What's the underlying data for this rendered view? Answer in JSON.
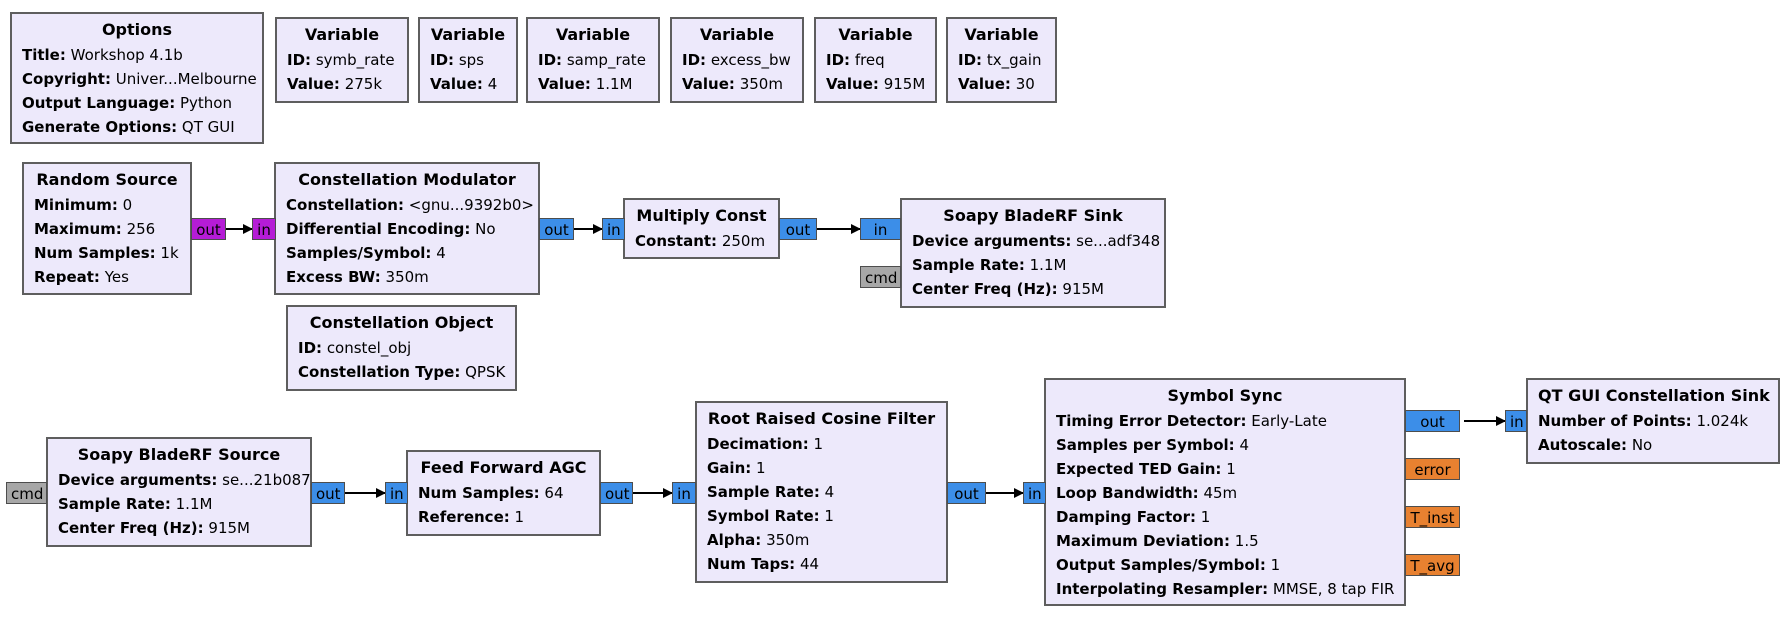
{
  "options": {
    "title": "Options",
    "rows": [
      {
        "k": "Title:",
        "v": "Workshop 4.1b"
      },
      {
        "k": "Copyright:",
        "v": "Univer...Melbourne"
      },
      {
        "k": "Output Language:",
        "v": "Python"
      },
      {
        "k": "Generate Options:",
        "v": "QT GUI"
      }
    ]
  },
  "variables": [
    {
      "title": "Variable",
      "id": "symb_rate",
      "value": "275k"
    },
    {
      "title": "Variable",
      "id": "sps",
      "value": "4"
    },
    {
      "title": "Variable",
      "id": "samp_rate",
      "value": "1.1M"
    },
    {
      "title": "Variable",
      "id": "excess_bw",
      "value": "350m"
    },
    {
      "title": "Variable",
      "id": "freq",
      "value": "915M"
    },
    {
      "title": "Variable",
      "id": "tx_gain",
      "value": "30"
    }
  ],
  "labels": {
    "id": "ID:",
    "value": "Value:"
  },
  "random_source": {
    "title": "Random Source",
    "rows": [
      {
        "k": "Minimum:",
        "v": "0"
      },
      {
        "k": "Maximum:",
        "v": "256"
      },
      {
        "k": "Num Samples:",
        "v": "1k"
      },
      {
        "k": "Repeat:",
        "v": "Yes"
      }
    ]
  },
  "constellation_modulator": {
    "title": "Constellation Modulator",
    "rows": [
      {
        "k": "Constellation:",
        "v": "<gnu...9392b0>"
      },
      {
        "k": "Differential Encoding:",
        "v": "No"
      },
      {
        "k": "Samples/Symbol:",
        "v": "4"
      },
      {
        "k": "Excess BW:",
        "v": "350m"
      }
    ]
  },
  "multiply_const": {
    "title": "Multiply Const",
    "rows": [
      {
        "k": "Constant:",
        "v": "250m"
      }
    ]
  },
  "soapy_sink": {
    "title": "Soapy BladeRF Sink",
    "rows": [
      {
        "k": "Device arguments:",
        "v": "se...adf348"
      },
      {
        "k": "Sample Rate:",
        "v": "1.1M"
      },
      {
        "k": "Center Freq (Hz):",
        "v": "915M"
      }
    ]
  },
  "constellation_object": {
    "title": "Constellation Object",
    "rows": [
      {
        "k": "ID:",
        "v": "constel_obj"
      },
      {
        "k": "Constellation Type:",
        "v": "QPSK"
      }
    ]
  },
  "soapy_source": {
    "title": "Soapy BladeRF Source",
    "rows": [
      {
        "k": "Device arguments:",
        "v": "se...21b087"
      },
      {
        "k": "Sample Rate:",
        "v": "1.1M"
      },
      {
        "k": "Center Freq (Hz):",
        "v": "915M"
      }
    ]
  },
  "agc": {
    "title": "Feed Forward AGC",
    "rows": [
      {
        "k": "Num Samples:",
        "v": "64"
      },
      {
        "k": "Reference:",
        "v": "1"
      }
    ]
  },
  "rrc": {
    "title": "Root Raised Cosine Filter",
    "rows": [
      {
        "k": "Decimation:",
        "v": "1"
      },
      {
        "k": "Gain:",
        "v": "1"
      },
      {
        "k": "Sample Rate:",
        "v": "4"
      },
      {
        "k": "Symbol Rate:",
        "v": "1"
      },
      {
        "k": "Alpha:",
        "v": "350m"
      },
      {
        "k": "Num Taps:",
        "v": "44"
      }
    ]
  },
  "symbol_sync": {
    "title": "Symbol Sync",
    "rows": [
      {
        "k": "Timing Error Detector:",
        "v": "Early-Late"
      },
      {
        "k": "Samples per Symbol:",
        "v": "4"
      },
      {
        "k": "Expected TED Gain:",
        "v": "1"
      },
      {
        "k": "Loop Bandwidth:",
        "v": "45m"
      },
      {
        "k": "Damping Factor:",
        "v": "1"
      },
      {
        "k": "Maximum Deviation:",
        "v": "1.5"
      },
      {
        "k": "Output Samples/Symbol:",
        "v": "1"
      },
      {
        "k": "Interpolating Resampler:",
        "v": "MMSE, 8 tap FIR"
      }
    ]
  },
  "qt_sink": {
    "title": "QT GUI Constellation Sink",
    "rows": [
      {
        "k": "Number of Points:",
        "v": "1.024k"
      },
      {
        "k": "Autoscale:",
        "v": "No"
      }
    ]
  },
  "ports": {
    "out": "out",
    "in": "in",
    "cmd": "cmd",
    "error": "error",
    "t_inst": "T_inst",
    "t_avg": "T_avg"
  },
  "colors": {
    "block_bg": "#ede9fb",
    "block_border": "#5e5e5e",
    "port_complex": "#3c8ee8",
    "port_byte": "#b51cd6",
    "port_float": "#e88130",
    "port_message": "#a7a7a7"
  }
}
